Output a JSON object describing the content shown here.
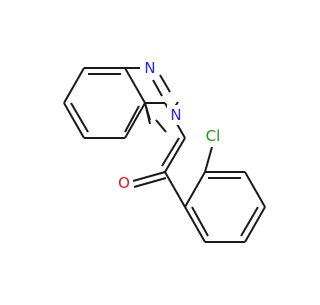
{
  "molecule": {
    "atoms": {
      "n1": "N",
      "n3": "N",
      "o": "O",
      "cl": "Cl"
    },
    "colors": {
      "bond": "#1a1a1a",
      "nitrogen": "#2828e0",
      "oxygen": "#e01818",
      "chlorine": "#1a9a1a"
    }
  }
}
